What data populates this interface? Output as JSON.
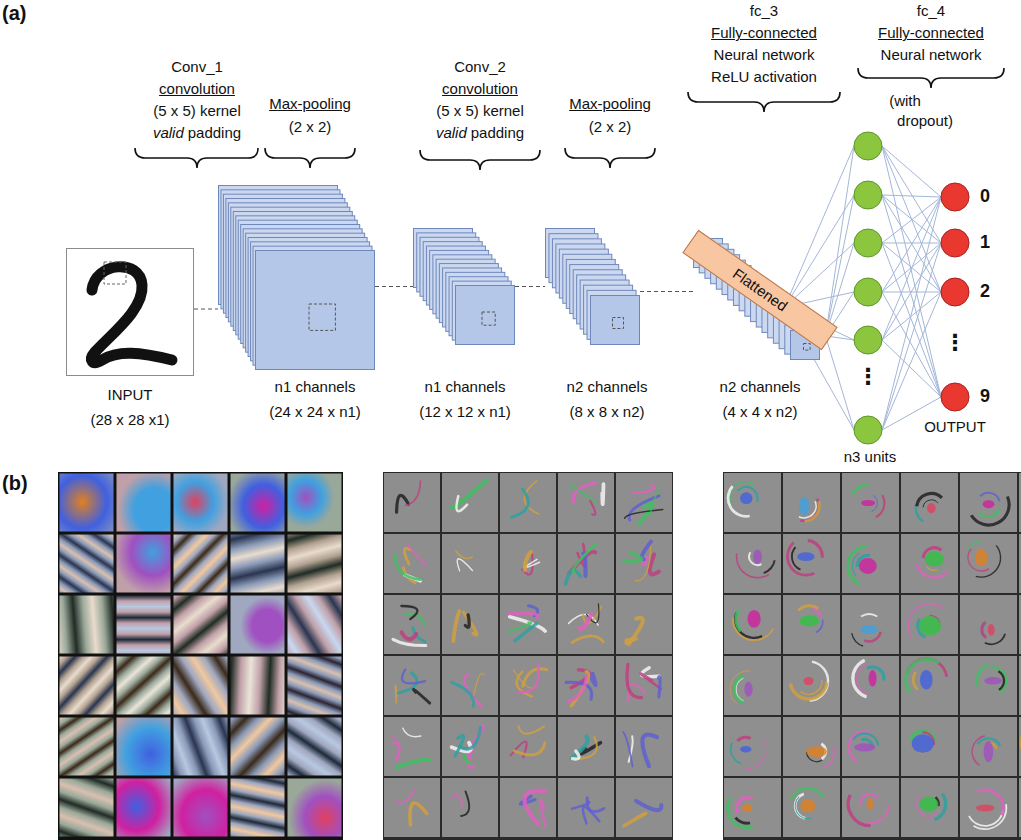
{
  "diagram": {
    "nodes": [
      {
        "text": [
          "INPUT",
          "(28 x 28 x1)"
        ]
      },
      {
        "text": [
          "n1 channels",
          "(24 x 24 x n1)"
        ]
      },
      {
        "text": [
          "n1 channels",
          "(12 x 12 x n1)"
        ]
      },
      {
        "text": [
          "n2 channels",
          "(8 x 8 x n2)"
        ]
      },
      {
        "text": [
          "n2 channels",
          "(4 x 4 x n2)"
        ]
      },
      {
        "text": [
          "Flattened"
        ]
      }
    ],
    "edges": [
      {
        "from": 0,
        "to": 1,
        "arrow": "none"
      },
      {
        "from": 1,
        "to": 2,
        "arrow": "none"
      },
      {
        "from": 2,
        "to": 3,
        "arrow": "none"
      },
      {
        "from": 3,
        "to": 4,
        "arrow": "none"
      }
    ],
    "labels": [
      "(a)",
      "(b)",
      "Conv_1",
      "convolution",
      "(5 x 5) kernel",
      "valid",
      "padding",
      "Max-pooling",
      "(2 x 2)",
      "Conv_2",
      "convolution",
      "(5 x 5) kernel",
      "valid",
      "padding",
      "Max-pooling",
      "(2 x 2)",
      "fc_3",
      "Fully-connected",
      "Neural network",
      "ReLU activation",
      "fc_4",
      "Fully-connected",
      "Neural network",
      "(with",
      "dropout)",
      "0",
      "1",
      "2",
      "⋮",
      "9",
      "OUTPUT",
      "⋮",
      "n3 units"
    ]
  }
}
